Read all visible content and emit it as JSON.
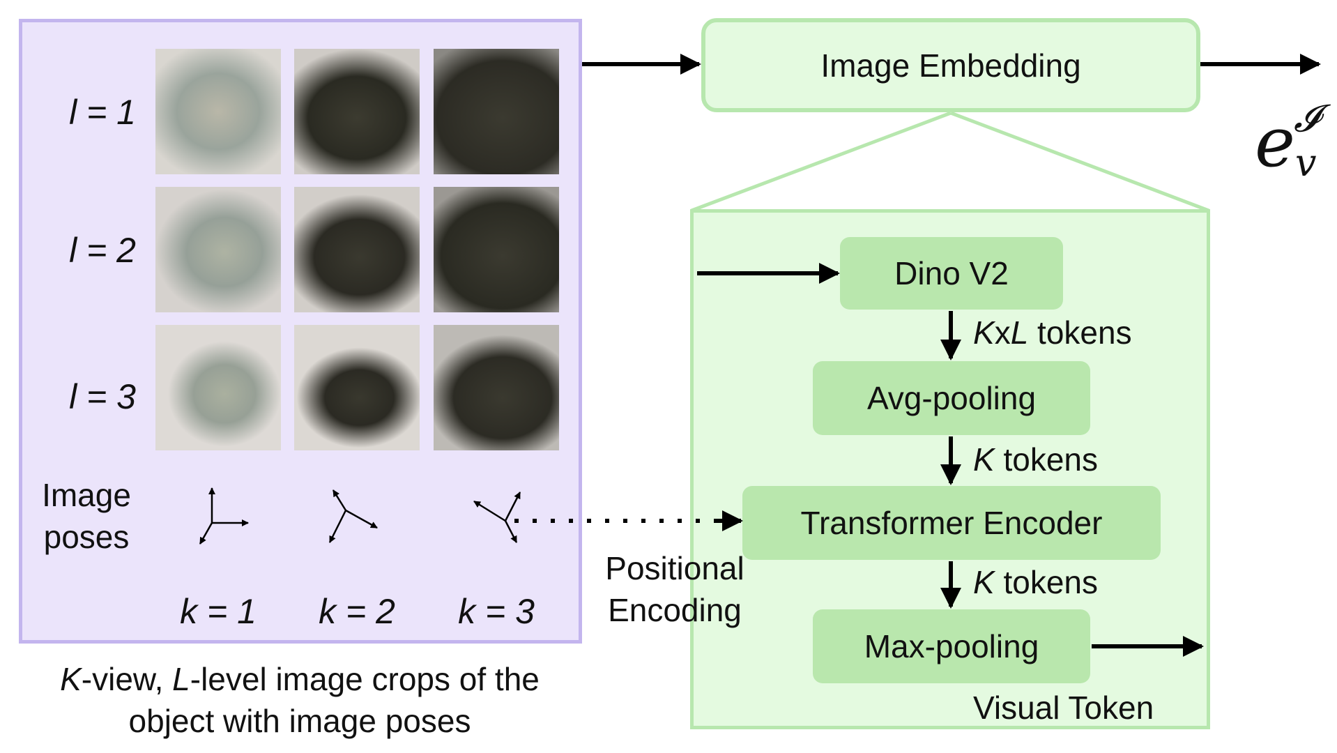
{
  "left_panel": {
    "levels": [
      "l = 1",
      "l = 2",
      "l = 3"
    ],
    "views": [
      "k = 1",
      "k = 2",
      "k = 3"
    ],
    "poses_label_line1": "Image",
    "poses_label_line2": "poses",
    "caption_line1_k": "K",
    "caption_line1_a": "-view, ",
    "caption_line1_l": "L",
    "caption_line1_b": "-level image crops of the",
    "caption_line2": "object with image poses"
  },
  "image_embedding": {
    "label": "Image Embedding"
  },
  "output_symbol": {
    "base": "e",
    "subscript": "v",
    "superscript": "𝓘"
  },
  "modules": {
    "dino": "Dino V2",
    "avg": "Avg-pooling",
    "transformer": "Transformer Encoder",
    "max": "Max-pooling"
  },
  "token_labels": {
    "t1_k": "K",
    "t1_x": "x",
    "t1_l": "L",
    "t1_rest": " tokens",
    "t2_k": "K",
    "t2_rest": " tokens",
    "t3_k": "K",
    "t3_rest": " tokens"
  },
  "positional_encoding": {
    "line1": "Positional",
    "line2": "Encoding"
  },
  "visual_token": {
    "label": "Visual Token"
  },
  "colors": {
    "left_fill": "#ebe4fb",
    "left_border": "#c3b5ee",
    "green_fill": "#e4fae0",
    "green_border": "#b7e7ae",
    "module_fill": "#b9e7ad"
  }
}
